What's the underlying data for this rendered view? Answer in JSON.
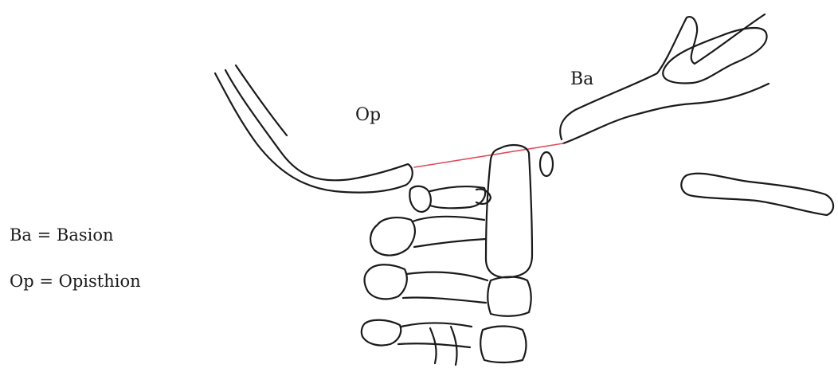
{
  "labels": {
    "op": "Op",
    "ba": "Ba"
  },
  "legend": {
    "ba_line": "Ba = Basion",
    "op_line": "Op = Opisthion"
  },
  "colors": {
    "reference_line": "#e04a5a",
    "outline": "#1a1a1a"
  }
}
